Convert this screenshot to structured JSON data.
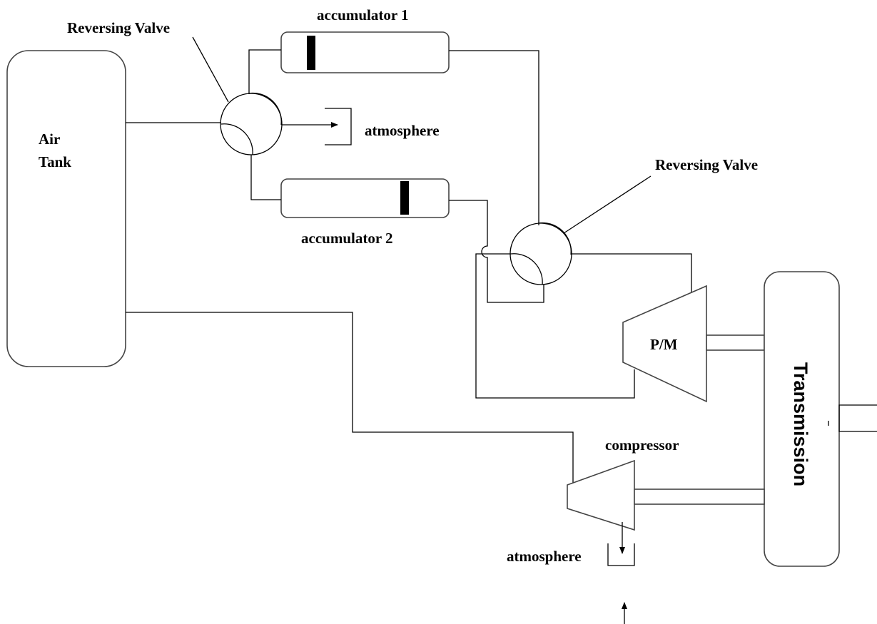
{
  "labels": {
    "reversing_valve_top": "Reversing Valve",
    "reversing_valve_right": "Reversing Valve",
    "accumulator_1": "accumulator 1",
    "accumulator_2": "accumulator 2",
    "atmosphere_top": "atmosphere",
    "atmosphere_bottom": "atmosphere",
    "air_tank_line1": "Air",
    "air_tank_line2": "Tank",
    "pump_motor": "P/M",
    "compressor": "compressor",
    "transmission": "Transmission"
  }
}
